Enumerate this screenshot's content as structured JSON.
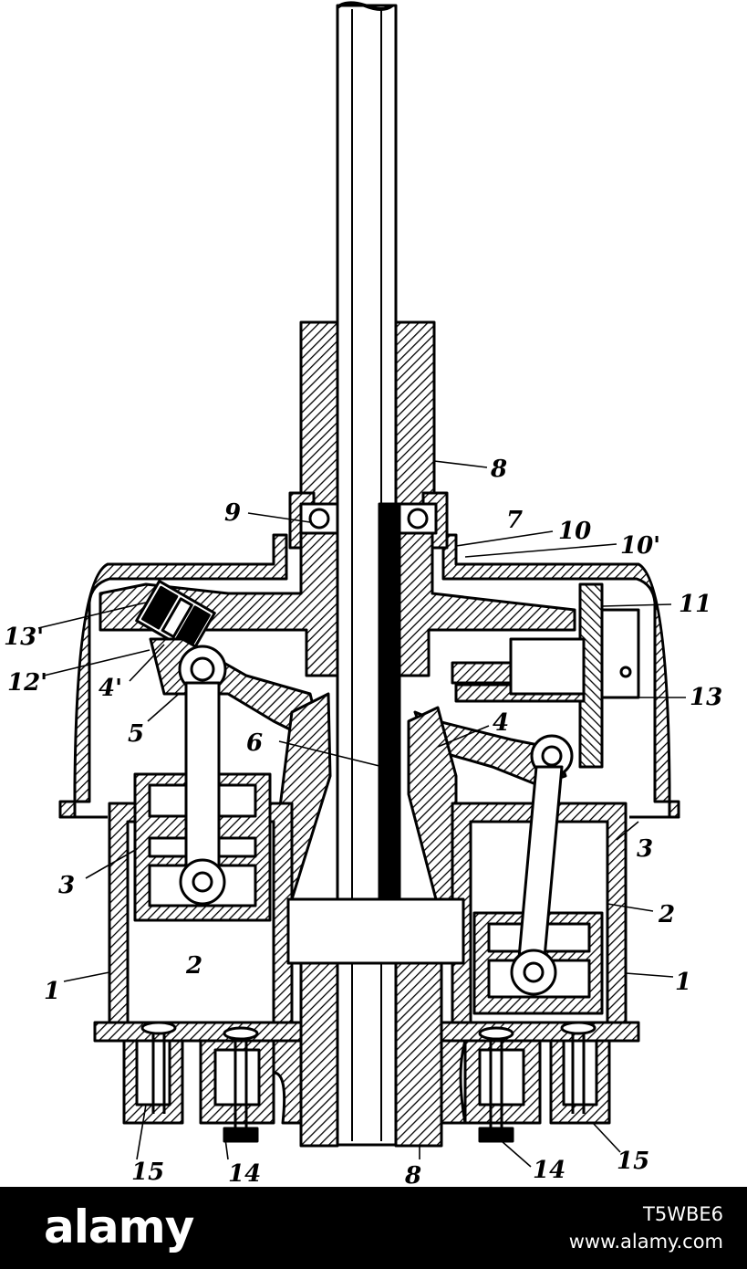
{
  "diagram": {
    "labels": {
      "l8_top": "8",
      "l9": "9",
      "l7": "7",
      "l10": "10",
      "l10p": "10'",
      "l11": "11",
      "l13p": "13'",
      "l12p": "12'",
      "l4p": "4'",
      "l13": "13",
      "l5": "5",
      "l6": "6",
      "l4": "4",
      "l3_left": "3",
      "l3_right": "3",
      "l2_left": "2",
      "l2_right": "2",
      "l1_left": "1",
      "l1_right": "1",
      "l15_left": "15",
      "l14_left": "14",
      "l8_bottom": "8",
      "l14_right": "14",
      "l15_right": "15"
    }
  },
  "watermark": {
    "brand": "alamy",
    "image_id": "T5WBE6",
    "site": "www.alamy.com"
  },
  "colors": {
    "ink": "#000000",
    "paper": "#ffffff",
    "footer_bg": "#000000",
    "footer_text": "#ffffff"
  }
}
